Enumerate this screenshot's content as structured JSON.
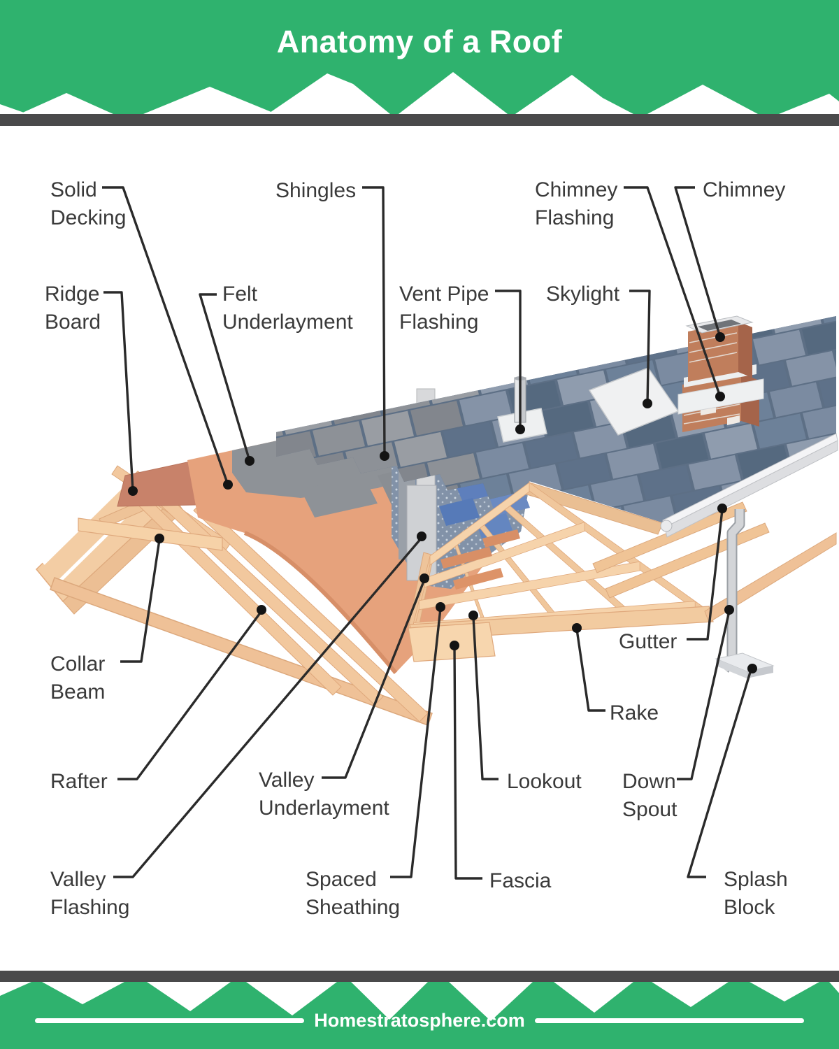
{
  "title": "Anatomy of a Roof",
  "footer": {
    "site_label": "Homestratosphere.com"
  },
  "parts": [
    {
      "id": "solid-decking",
      "text": "Solid Decking"
    },
    {
      "id": "ridge-board",
      "text": "Ridge Board"
    },
    {
      "id": "shingles",
      "text": "Shingles"
    },
    {
      "id": "felt-underlayment",
      "text": "Felt Underlayment"
    },
    {
      "id": "vent-pipe-flashing",
      "text": "Vent Pipe Flashing"
    },
    {
      "id": "skylight",
      "text": "Skylight"
    },
    {
      "id": "chimney-flashing",
      "text": "Chimney Flashing"
    },
    {
      "id": "chimney",
      "text": "Chimney"
    },
    {
      "id": "collar-beam",
      "text": "Collar Beam"
    },
    {
      "id": "rafter",
      "text": "Rafter"
    },
    {
      "id": "valley-underlayment",
      "text": "Valley Underlayment"
    },
    {
      "id": "valley-flashing",
      "text": "Valley Flashing"
    },
    {
      "id": "spaced-sheathing",
      "text": "Spaced Sheathing"
    },
    {
      "id": "fascia",
      "text": "Fascia"
    },
    {
      "id": "lookout",
      "text": "Lookout"
    },
    {
      "id": "rake",
      "text": "Rake"
    },
    {
      "id": "gutter",
      "text": "Gutter"
    },
    {
      "id": "down-spout",
      "text": "Down Spout"
    },
    {
      "id": "splash-block",
      "text": "Splash Block"
    }
  ],
  "theme": {
    "green": "#2fb26e",
    "bar_dark": "#4a4a4b",
    "label_color": "#3a3a3a",
    "line_color": "#2a2a2a",
    "wood_light": "#f6d3ab",
    "wood_mid": "#f0c79c",
    "wood_edge": "#dfa87c",
    "decking_salmon": "#e6a27c",
    "ridge_board_brown": "#c8826a",
    "felt_gray": "#8e9297",
    "metal_light": "#d8d9db",
    "speckle_base": "#8292a8",
    "white_part": "#f2f2f4",
    "brick_face": "#c07e5c",
    "brick_side": "#a5644a",
    "shingle_gray": [
      "#8d9197",
      "#999da3",
      "#82868d"
    ],
    "shingle_blue": [
      "#6d8199",
      "#7b8ba1",
      "#5e7189",
      "#8593a7",
      "#55697f",
      "#8f9cae"
    ],
    "valley_shingle_blue": [
      "#5e7fbc",
      "#6b8ac2",
      "#567ab8",
      "#6486c0"
    ]
  }
}
